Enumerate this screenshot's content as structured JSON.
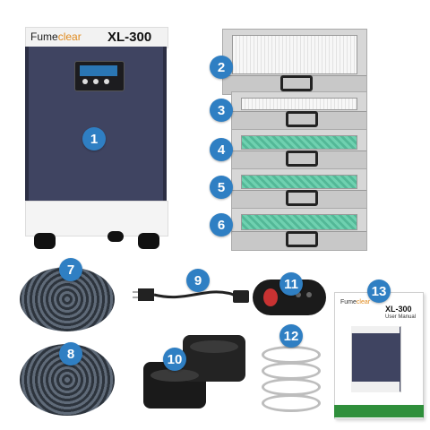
{
  "product": {
    "brand_prefix": "F",
    "brand_rest": "ume",
    "brand_accent": "clear",
    "model": "XL-300"
  },
  "badges": [
    "1",
    "2",
    "3",
    "4",
    "5",
    "6",
    "7",
    "8",
    "9",
    "10",
    "11",
    "12",
    "13"
  ],
  "manual": {
    "brand_prefix": "F",
    "brand_rest": "ume",
    "brand_accent": "clear",
    "model": "XL-300",
    "subtitle": "User Manual"
  },
  "colors": {
    "badge": "#2f7fc3",
    "unit_body": "#3f4461",
    "filter_green": "#6fd1b0",
    "brand_accent": "#e08a1e"
  }
}
